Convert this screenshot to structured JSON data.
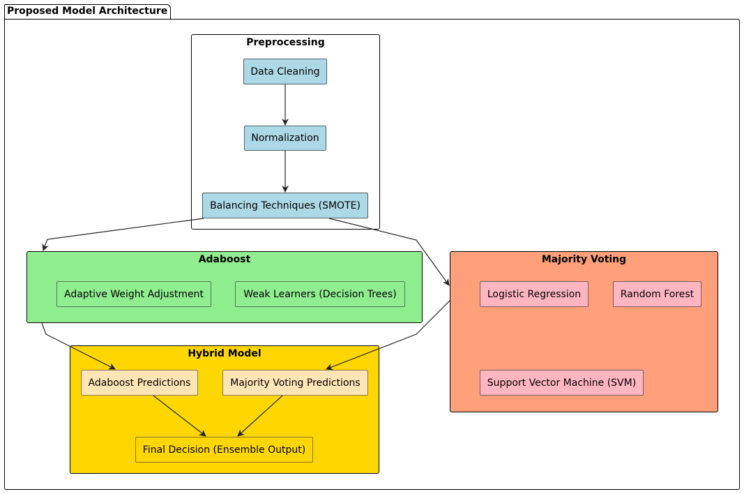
{
  "package": {
    "title": "Proposed Model Architecture"
  },
  "preprocessing": {
    "title": "Preprocessing",
    "data_cleaning": "Data Cleaning",
    "normalization": "Normalization",
    "balancing": "Balancing Techniques (SMOTE)"
  },
  "adaboost": {
    "title": "Adaboost",
    "adaptive_weight": "Adaptive Weight Adjustment",
    "weak_learners": "Weak Learners (Decision Trees)"
  },
  "majority_voting": {
    "title": "Majority Voting",
    "logistic_regression": "Logistic Regression",
    "random_forest": "Random Forest",
    "svm": "Support Vector Machine (SVM)"
  },
  "hybrid": {
    "title": "Hybrid Model",
    "adaboost_predictions": "Adaboost Predictions",
    "mv_predictions": "Majority Voting Predictions",
    "final_decision": "Final Decision (Ensemble Output)"
  },
  "colors": {
    "preprocessing_node": "#add8e6",
    "adaboost_group": "#90ee90",
    "majority_voting_group": "#ffa07a",
    "majority_voting_node": "#ffb6c1",
    "hybrid_group": "#ffd700",
    "hybrid_node": "#ffe4b5"
  },
  "edges": [
    {
      "from": "data_cleaning",
      "to": "normalization"
    },
    {
      "from": "normalization",
      "to": "balancing"
    },
    {
      "from": "balancing",
      "to": "adaboost"
    },
    {
      "from": "balancing",
      "to": "majority_voting"
    },
    {
      "from": "adaboost",
      "to": "adaboost_predictions"
    },
    {
      "from": "majority_voting",
      "to": "mv_predictions"
    },
    {
      "from": "adaboost_predictions",
      "to": "final_decision"
    },
    {
      "from": "mv_predictions",
      "to": "final_decision"
    }
  ]
}
